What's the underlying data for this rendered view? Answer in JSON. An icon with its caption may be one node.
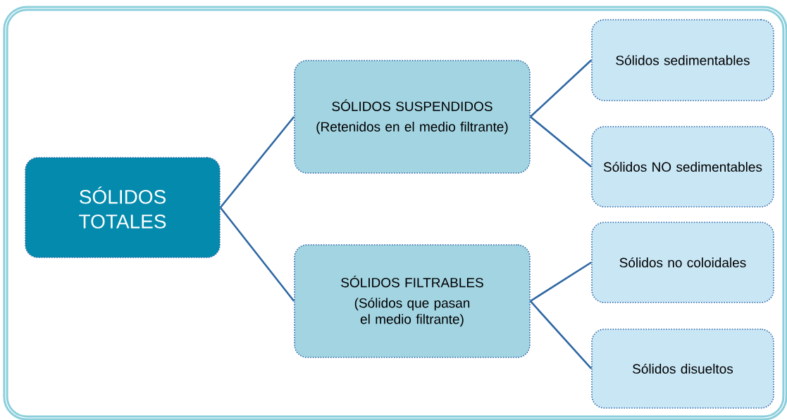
{
  "diagram": {
    "nodes": [
      {
        "text": [
          "SÓLIDOS TOTALES"
        ]
      },
      {
        "text": [
          "SÓLIDOS SUSPENDIDOS",
          "(Retenidos en el medio filtrante)"
        ]
      },
      {
        "text": [
          "Sólidos sedimentables"
        ]
      },
      {
        "text": [
          "Sólidos NO sedimentables"
        ]
      },
      {
        "text": [
          "SÓLIDOS FILTRABLES",
          "(Sólidos que pasan el medio filtrante)"
        ]
      },
      {
        "text": [
          "Sólidos no coloidales"
        ]
      },
      {
        "text": [
          "Sólidos disueltos"
        ]
      }
    ],
    "edges": [
      {
        "from": 0,
        "to": 1,
        "arrow": "none"
      },
      {
        "from": 0,
        "to": 4,
        "arrow": "none"
      },
      {
        "from": 1,
        "to": 2,
        "arrow": "none"
      },
      {
        "from": 1,
        "to": 3,
        "arrow": "none"
      },
      {
        "from": 4,
        "to": 5,
        "arrow": "none"
      },
      {
        "from": 4,
        "to": 6,
        "arrow": "none"
      }
    ]
  }
}
